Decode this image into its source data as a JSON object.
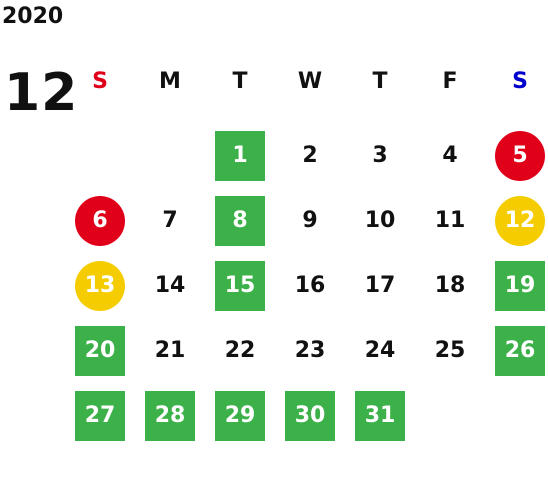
{
  "year": "2020",
  "month": "12",
  "weekdays": [
    "S",
    "M",
    "T",
    "W",
    "T",
    "F",
    "S"
  ],
  "colors": {
    "green": "#3cb14a",
    "red": "#e0001a",
    "yellow": "#f4cc00",
    "saturday": "#0000cc"
  },
  "days": [
    {
      "d": "",
      "t": "empty"
    },
    {
      "d": "",
      "t": "empty"
    },
    {
      "d": "1",
      "t": "green"
    },
    {
      "d": "2",
      "t": "plain"
    },
    {
      "d": "3",
      "t": "plain"
    },
    {
      "d": "4",
      "t": "plain"
    },
    {
      "d": "5",
      "t": "red"
    },
    {
      "d": "6",
      "t": "red"
    },
    {
      "d": "7",
      "t": "plain"
    },
    {
      "d": "8",
      "t": "green"
    },
    {
      "d": "9",
      "t": "plain"
    },
    {
      "d": "10",
      "t": "plain"
    },
    {
      "d": "11",
      "t": "plain"
    },
    {
      "d": "12",
      "t": "yellow"
    },
    {
      "d": "13",
      "t": "yellow"
    },
    {
      "d": "14",
      "t": "plain"
    },
    {
      "d": "15",
      "t": "green"
    },
    {
      "d": "16",
      "t": "plain"
    },
    {
      "d": "17",
      "t": "plain"
    },
    {
      "d": "18",
      "t": "plain"
    },
    {
      "d": "19",
      "t": "green"
    },
    {
      "d": "20",
      "t": "green"
    },
    {
      "d": "21",
      "t": "plain"
    },
    {
      "d": "22",
      "t": "plain"
    },
    {
      "d": "23",
      "t": "plain"
    },
    {
      "d": "24",
      "t": "plain"
    },
    {
      "d": "25",
      "t": "plain"
    },
    {
      "d": "26",
      "t": "green"
    },
    {
      "d": "27",
      "t": "green"
    },
    {
      "d": "28",
      "t": "green"
    },
    {
      "d": "29",
      "t": "green"
    },
    {
      "d": "30",
      "t": "green"
    },
    {
      "d": "31",
      "t": "green"
    }
  ]
}
